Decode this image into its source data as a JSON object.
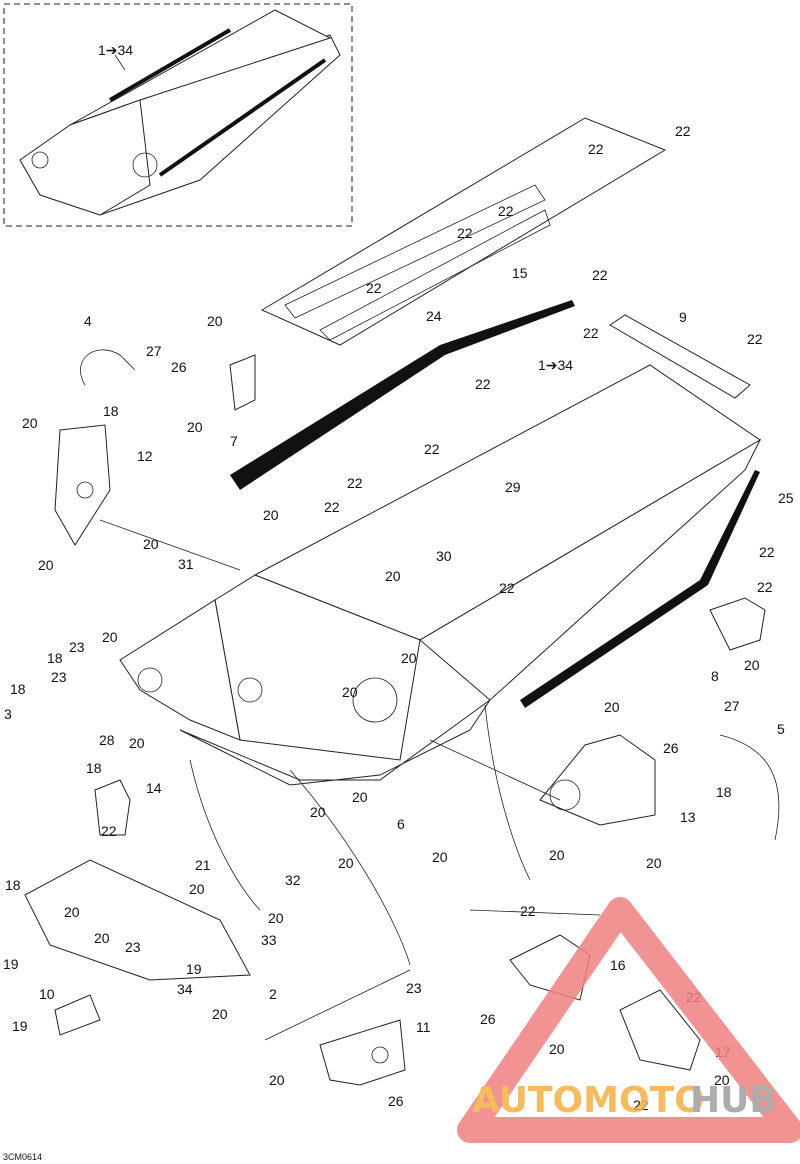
{
  "diagram": {
    "reference_code": "3CM0614",
    "callouts": [
      {
        "id": "c-1-34-top",
        "text": "1➔34"
      },
      {
        "id": "c-22-a",
        "text": "22"
      },
      {
        "id": "c-22-b",
        "text": "22"
      },
      {
        "id": "c-22-c",
        "text": "22"
      },
      {
        "id": "c-22-d",
        "text": "22"
      },
      {
        "id": "c-15",
        "text": "15"
      },
      {
        "id": "c-22-e",
        "text": "22"
      },
      {
        "id": "c-22-f",
        "text": "22"
      },
      {
        "id": "c-9",
        "text": "9"
      },
      {
        "id": "c-22-g",
        "text": "22"
      },
      {
        "id": "c-22-h",
        "text": "22"
      },
      {
        "id": "c-24",
        "text": "24"
      },
      {
        "id": "c-22-i",
        "text": "22"
      },
      {
        "id": "c-1-34-mid",
        "text": "1➔34"
      },
      {
        "id": "c-4",
        "text": "4"
      },
      {
        "id": "c-27-a",
        "text": "27"
      },
      {
        "id": "c-26-a",
        "text": "26"
      },
      {
        "id": "c-18-a",
        "text": "18"
      },
      {
        "id": "c-20-a",
        "text": "20"
      },
      {
        "id": "c-20-b",
        "text": "20"
      },
      {
        "id": "c-7",
        "text": "7"
      },
      {
        "id": "c-20-c",
        "text": "20"
      },
      {
        "id": "c-12",
        "text": "12"
      },
      {
        "id": "c-20-d",
        "text": "20"
      },
      {
        "id": "c-22-j",
        "text": "22"
      },
      {
        "id": "c-22-k",
        "text": "22"
      },
      {
        "id": "c-22-l",
        "text": "22"
      },
      {
        "id": "c-20-e",
        "text": "20"
      },
      {
        "id": "c-29",
        "text": "29"
      },
      {
        "id": "c-25",
        "text": "25"
      },
      {
        "id": "c-30",
        "text": "30"
      },
      {
        "id": "c-20-f",
        "text": "20"
      },
      {
        "id": "c-31",
        "text": "31"
      },
      {
        "id": "c-22-m",
        "text": "22"
      },
      {
        "id": "c-20-g",
        "text": "20"
      },
      {
        "id": "c-22-n",
        "text": "22"
      },
      {
        "id": "c-22-o",
        "text": "22"
      },
      {
        "id": "c-20-h",
        "text": "20"
      },
      {
        "id": "c-23-a",
        "text": "23"
      },
      {
        "id": "c-20-i",
        "text": "20"
      },
      {
        "id": "c-18-b",
        "text": "18"
      },
      {
        "id": "c-18-c",
        "text": "18"
      },
      {
        "id": "c-23-b",
        "text": "23"
      },
      {
        "id": "c-20-j",
        "text": "20"
      },
      {
        "id": "c-8",
        "text": "8"
      },
      {
        "id": "c-20-k",
        "text": "20"
      },
      {
        "id": "c-3",
        "text": "3"
      },
      {
        "id": "c-28",
        "text": "28"
      },
      {
        "id": "c-20-l",
        "text": "20"
      },
      {
        "id": "c-20-m",
        "text": "20"
      },
      {
        "id": "c-27-b",
        "text": "27"
      },
      {
        "id": "c-5",
        "text": "5"
      },
      {
        "id": "c-26-b",
        "text": "26"
      },
      {
        "id": "c-18-d",
        "text": "18"
      },
      {
        "id": "c-14",
        "text": "14"
      },
      {
        "id": "c-18-e",
        "text": "18"
      },
      {
        "id": "c-22-p",
        "text": "22"
      },
      {
        "id": "c-20-n",
        "text": "20"
      },
      {
        "id": "c-20-o",
        "text": "20"
      },
      {
        "id": "c-6",
        "text": "6"
      },
      {
        "id": "c-13",
        "text": "13"
      },
      {
        "id": "c-20-p",
        "text": "20"
      },
      {
        "id": "c-20-q",
        "text": "20"
      },
      {
        "id": "c-20-r",
        "text": "20"
      },
      {
        "id": "c-20-s",
        "text": "20"
      },
      {
        "id": "c-32",
        "text": "32"
      },
      {
        "id": "c-21",
        "text": "21"
      },
      {
        "id": "c-18-f",
        "text": "18"
      },
      {
        "id": "c-20-t",
        "text": "20"
      },
      {
        "id": "c-20-u",
        "text": "20"
      },
      {
        "id": "c-20-v",
        "text": "20"
      },
      {
        "id": "c-33",
        "text": "33"
      },
      {
        "id": "c-20-w",
        "text": "20"
      },
      {
        "id": "c-23-c",
        "text": "23"
      },
      {
        "id": "c-19-a",
        "text": "19"
      },
      {
        "id": "c-19-b",
        "text": "19"
      },
      {
        "id": "c-34",
        "text": "34"
      },
      {
        "id": "c-2",
        "text": "2"
      },
      {
        "id": "c-10",
        "text": "10"
      },
      {
        "id": "c-20-x",
        "text": "20"
      },
      {
        "id": "c-19-c",
        "text": "19"
      },
      {
        "id": "c-22-q",
        "text": "22"
      },
      {
        "id": "c-16",
        "text": "16"
      },
      {
        "id": "c-23-d",
        "text": "23"
      },
      {
        "id": "c-11",
        "text": "11"
      },
      {
        "id": "c-26-c",
        "text": "26"
      },
      {
        "id": "c-20-y",
        "text": "20"
      },
      {
        "id": "c-22-r",
        "text": "22"
      },
      {
        "id": "c-17",
        "text": "17"
      },
      {
        "id": "c-20-z",
        "text": "20"
      },
      {
        "id": "c-22-s",
        "text": "22"
      },
      {
        "id": "c-20-aa",
        "text": "20"
      },
      {
        "id": "c-26-d",
        "text": "26"
      }
    ]
  },
  "watermark": {
    "text_orange": "AUTOMOTO",
    "text_gray": "HUB",
    "colors": {
      "triangle": "#f08080",
      "orange": "#f5b041",
      "gray": "#9e9e9e"
    }
  }
}
